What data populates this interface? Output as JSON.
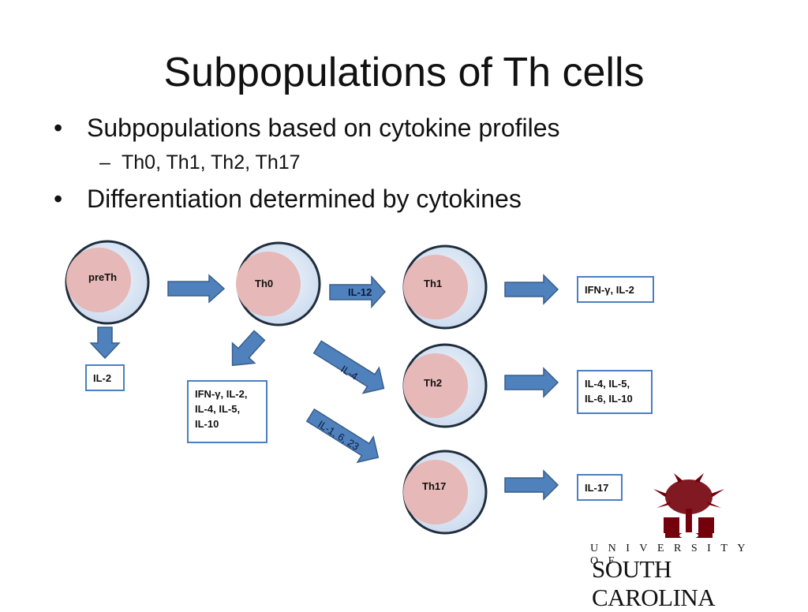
{
  "slide": {
    "title": "Subpopulations of Th cells",
    "bullets": [
      {
        "text": "Subpopulations based on cytokine profiles"
      },
      {
        "text": "Th0, Th1, Th2, Th17",
        "sub": true
      },
      {
        "text": "Differentiation determined by cytokines"
      }
    ],
    "bullet_glyph": "•",
    "sub_glyph": "–"
  },
  "diagram": {
    "cells": [
      {
        "id": "preTh",
        "label": "preTh"
      },
      {
        "id": "Th0",
        "label": "Th0"
      },
      {
        "id": "Th1",
        "label": "Th1"
      },
      {
        "id": "Th2",
        "label": "Th2"
      },
      {
        "id": "Th17",
        "label": "Th17"
      }
    ],
    "arrow_labels": {
      "to_th1": "IL-12",
      "to_th2": "IL-4",
      "to_th17": "IL-1, 6, 23"
    },
    "boxes": {
      "preth_output": "IL-2",
      "th0_output": "IFN-γ, IL-2,\nIL-4, IL-5,\nIL-10",
      "th1_output": "IFN-γ, IL-2",
      "th2_output": "IL-4, IL-5,\nIL-6, IL-10",
      "th17_output": "IL-17"
    },
    "colors": {
      "arrow_fill": "#4f81bd",
      "arrow_stroke": "#385d8a",
      "cell_outer": "#dce8f5",
      "cell_inner": "#e6b8b7",
      "cell_ring": "#1f2d3d",
      "box_border": "#4a7fc1"
    }
  },
  "logo": {
    "line1": "UNIVERSITY OF",
    "line2": "SOUTH CAROLINA",
    "icon": "palmetto-tree-icon",
    "color": "#73000a"
  }
}
